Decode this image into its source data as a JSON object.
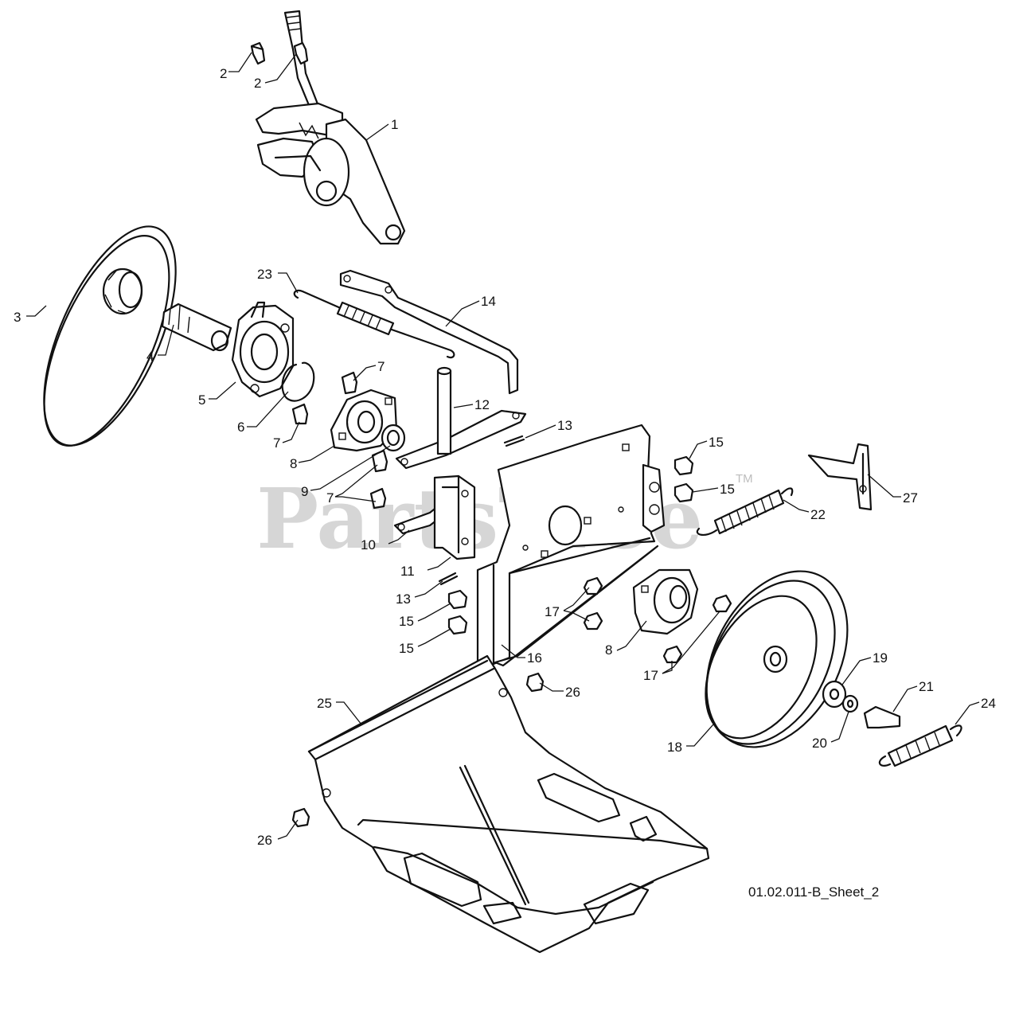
{
  "watermark": {
    "text": "PartsTree",
    "tm": "TM"
  },
  "sheet_label": "01.02.011-B_Sheet_2",
  "callouts": [
    "1",
    "2",
    "2",
    "3",
    "4",
    "5",
    "6",
    "7",
    "7",
    "7",
    "8",
    "8",
    "9",
    "10",
    "11",
    "12",
    "13",
    "13",
    "14",
    "15",
    "15",
    "15",
    "15",
    "16",
    "17",
    "17",
    "18",
    "19",
    "20",
    "21",
    "22",
    "23",
    "24",
    "25",
    "26",
    "26",
    "27"
  ]
}
